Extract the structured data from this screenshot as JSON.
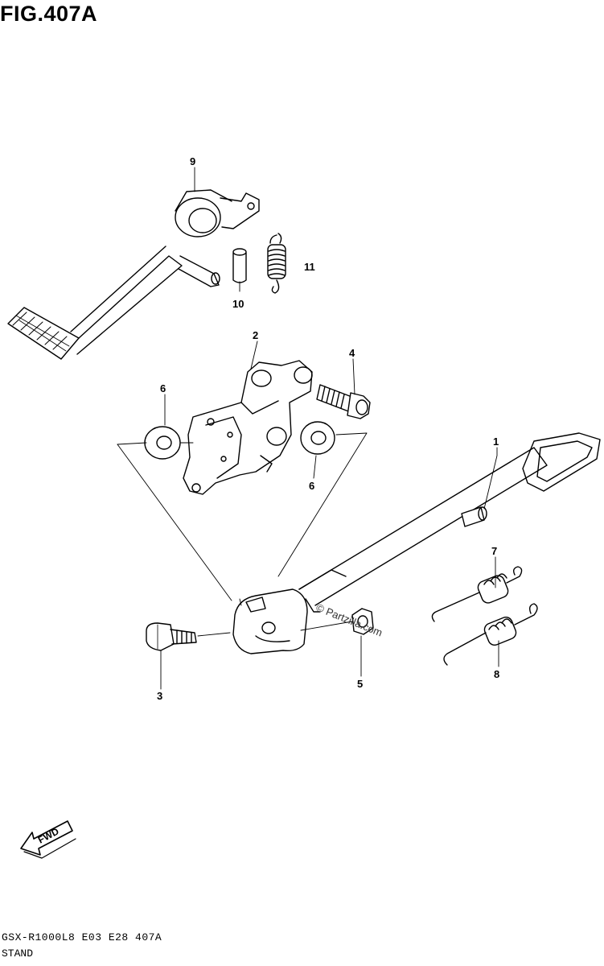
{
  "figure": {
    "title": "FIG.407A",
    "model_code": "GSX-R1000L8  E03  E28  407A",
    "section_name": "STAND"
  },
  "callouts": [
    "9",
    "11",
    "10",
    "2",
    "4",
    "6",
    "6",
    "1",
    "7",
    "8",
    "3",
    "5"
  ],
  "direction_badge": "FWD",
  "watermark": "© Partzilla.com"
}
